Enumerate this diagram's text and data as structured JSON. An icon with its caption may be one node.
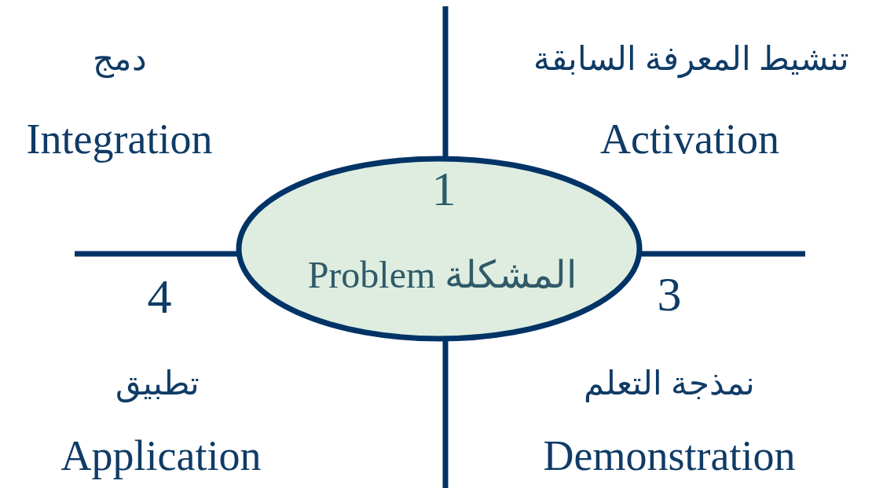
{
  "diagram": {
    "nodes": [
      {
        "text": [
          "1",
          "Problem المشكلة"
        ]
      }
    ],
    "labels": [
      "دمج",
      "Integration",
      "تنشيط المعرفة السابقة",
      "Activation",
      "4",
      "3",
      "تطبيق",
      "Application",
      "نمذجة التعلم",
      "Demonstration"
    ]
  }
}
